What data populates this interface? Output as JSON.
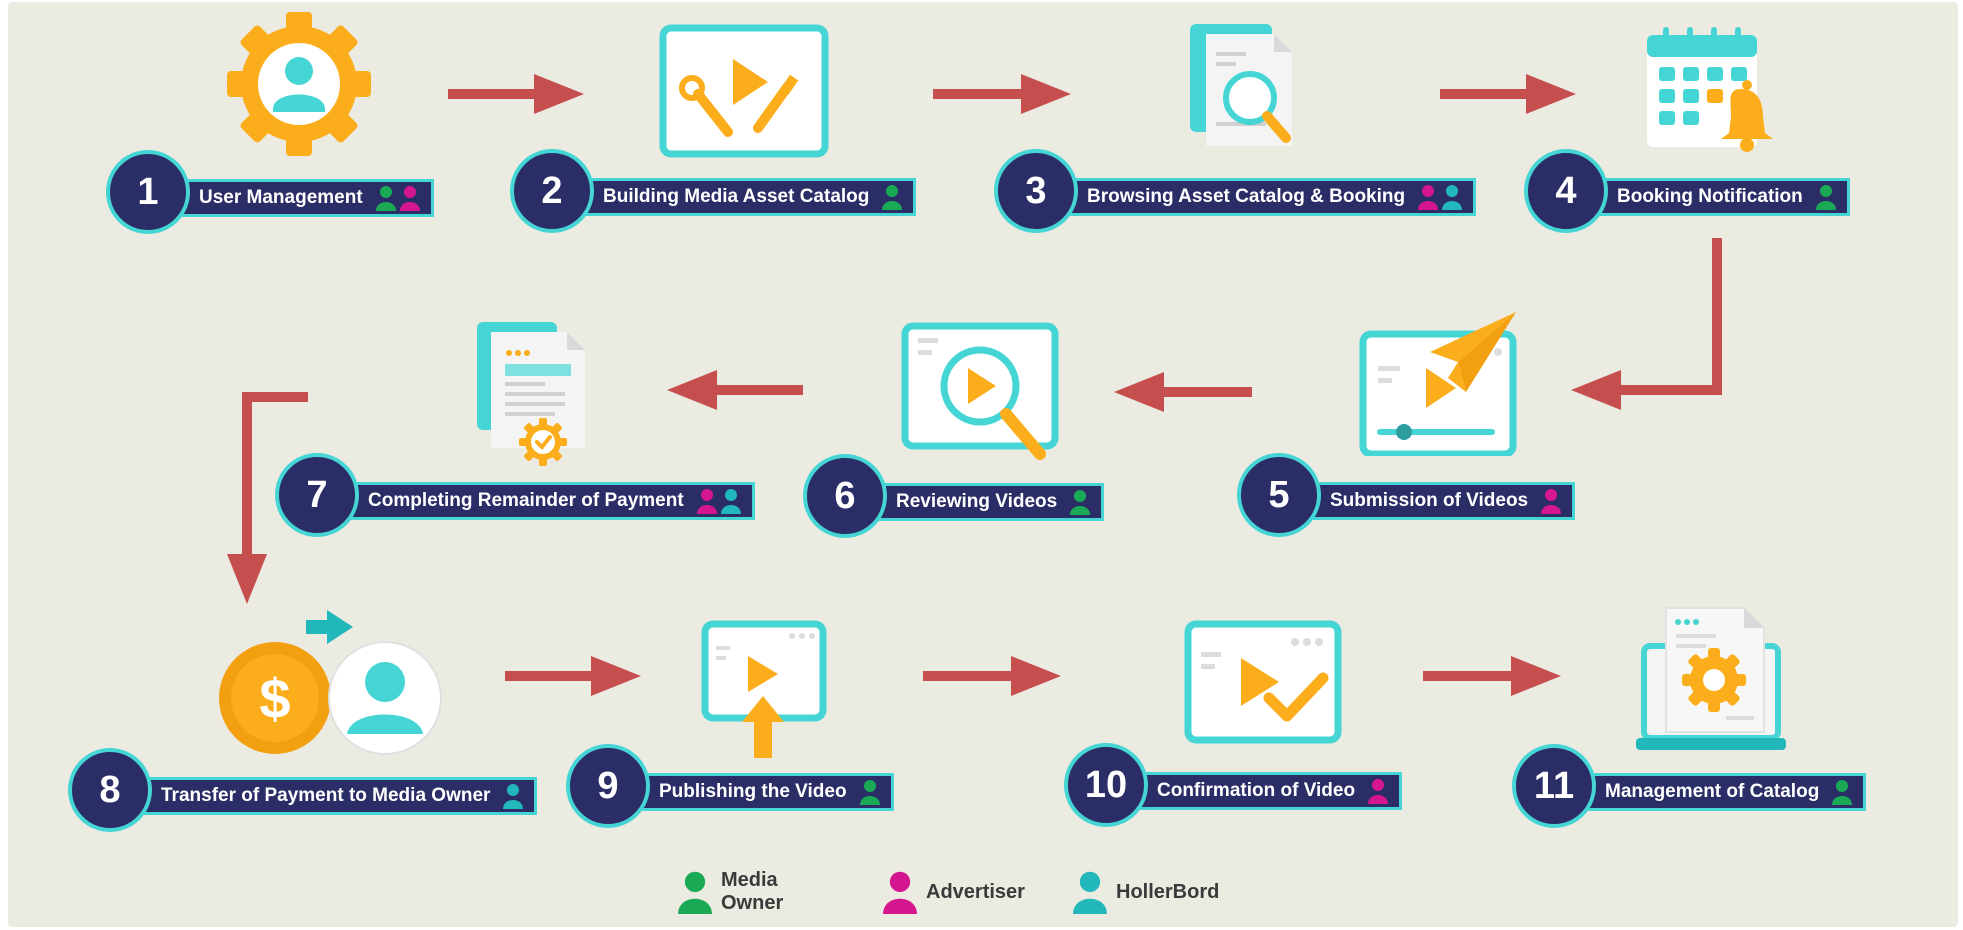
{
  "colors": {
    "media_owner": "#1aaa55",
    "advertiser": "#d4168f",
    "hollerbord": "#21b7bb",
    "accent_orange": "#fcad1b",
    "navy": "#2b2d66",
    "teal": "#45d5d4",
    "arrow": "#c54f4f"
  },
  "steps": [
    {
      "number": "1",
      "label": "User Management",
      "roles": [
        "media_owner",
        "advertiser"
      ],
      "icon": "user-gear-icon"
    },
    {
      "number": "2",
      "label": "Building Media Asset Catalog",
      "roles": [
        "media_owner"
      ],
      "icon": "tools-play-icon"
    },
    {
      "number": "3",
      "label": "Browsing Asset Catalog & Booking",
      "roles": [
        "advertiser",
        "hollerbord"
      ],
      "icon": "document-search-icon"
    },
    {
      "number": "4",
      "label": "Booking Notification",
      "roles": [
        "media_owner"
      ],
      "icon": "calendar-bell-icon"
    },
    {
      "number": "5",
      "label": "Submission of Videos",
      "roles": [
        "advertiser"
      ],
      "icon": "video-paper-plane-icon"
    },
    {
      "number": "6",
      "label": "Reviewing Videos",
      "roles": [
        "media_owner"
      ],
      "icon": "video-magnifier-icon"
    },
    {
      "number": "7",
      "label": "Completing Remainder of Payment",
      "roles": [
        "advertiser",
        "hollerbord"
      ],
      "icon": "invoice-check-icon"
    },
    {
      "number": "8",
      "label": "Transfer of Payment to Media Owner",
      "roles": [
        "hollerbord"
      ],
      "icon": "dollar-transfer-icon"
    },
    {
      "number": "9",
      "label": "Publishing the Video",
      "roles": [
        "media_owner"
      ],
      "icon": "video-upload-icon"
    },
    {
      "number": "10",
      "label": "Confirmation of Video",
      "roles": [
        "advertiser"
      ],
      "icon": "video-checkmark-icon"
    },
    {
      "number": "11",
      "label": "Management of Catalog",
      "roles": [
        "media_owner"
      ],
      "icon": "laptop-gear-icon"
    }
  ],
  "legend": [
    {
      "role": "media_owner",
      "label": "Media Owner"
    },
    {
      "role": "advertiser",
      "label": "Advertiser"
    },
    {
      "role": "hollerbord",
      "label": "HollerBord"
    }
  ]
}
